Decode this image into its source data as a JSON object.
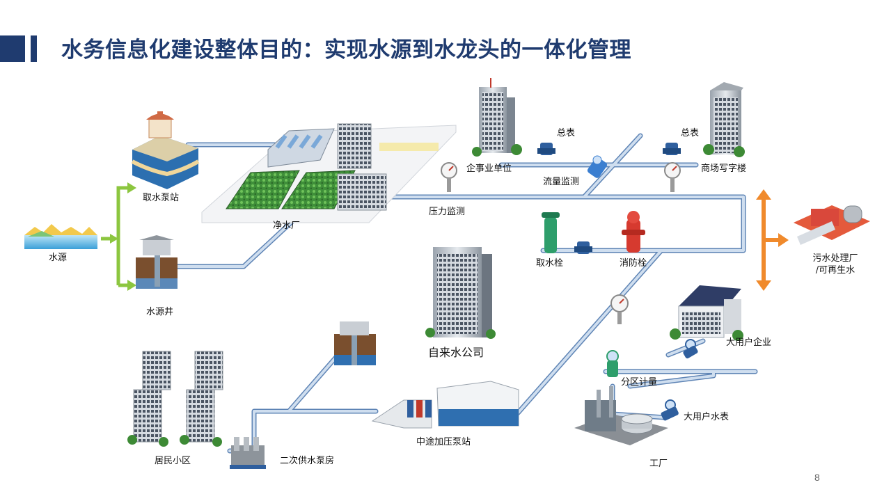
{
  "title": "水务信息化建设整体目的：实现水源到水龙头的一体化管理",
  "page_number": "8",
  "labels": {
    "water_source": "水源",
    "intake_pump_station": "取水泵站",
    "source_well": "水源井",
    "purification_plant": "净水厂",
    "pressure_monitoring": "压力监测",
    "enterprise_unit": "企事业单位",
    "main_meter_1": "总表",
    "main_meter_2": "总表",
    "flow_monitoring": "流量监测",
    "commercial_office": "商场写字楼",
    "water_hydrant": "取水栓",
    "fire_hydrant": "消防栓",
    "sewage_line1": "污水处理厂",
    "sewage_line2": "/可再生水",
    "water_company": "自来水公司",
    "large_user_enterprise": "大用户企业",
    "district_metering": "分区计量",
    "large_user_meter": "大用户水表",
    "factory": "工厂",
    "residential": "居民小区",
    "secondary_pump_room": "二次供水泵房",
    "booster_pump_station": "中途加压泵站"
  },
  "colors": {
    "title": "#1f3b6f",
    "pipe": "#b9cde6",
    "pipe_outline": "#5e84b5",
    "supply_arrow": "#8cc63f",
    "sewage_arrow": "#f08a2c"
  }
}
